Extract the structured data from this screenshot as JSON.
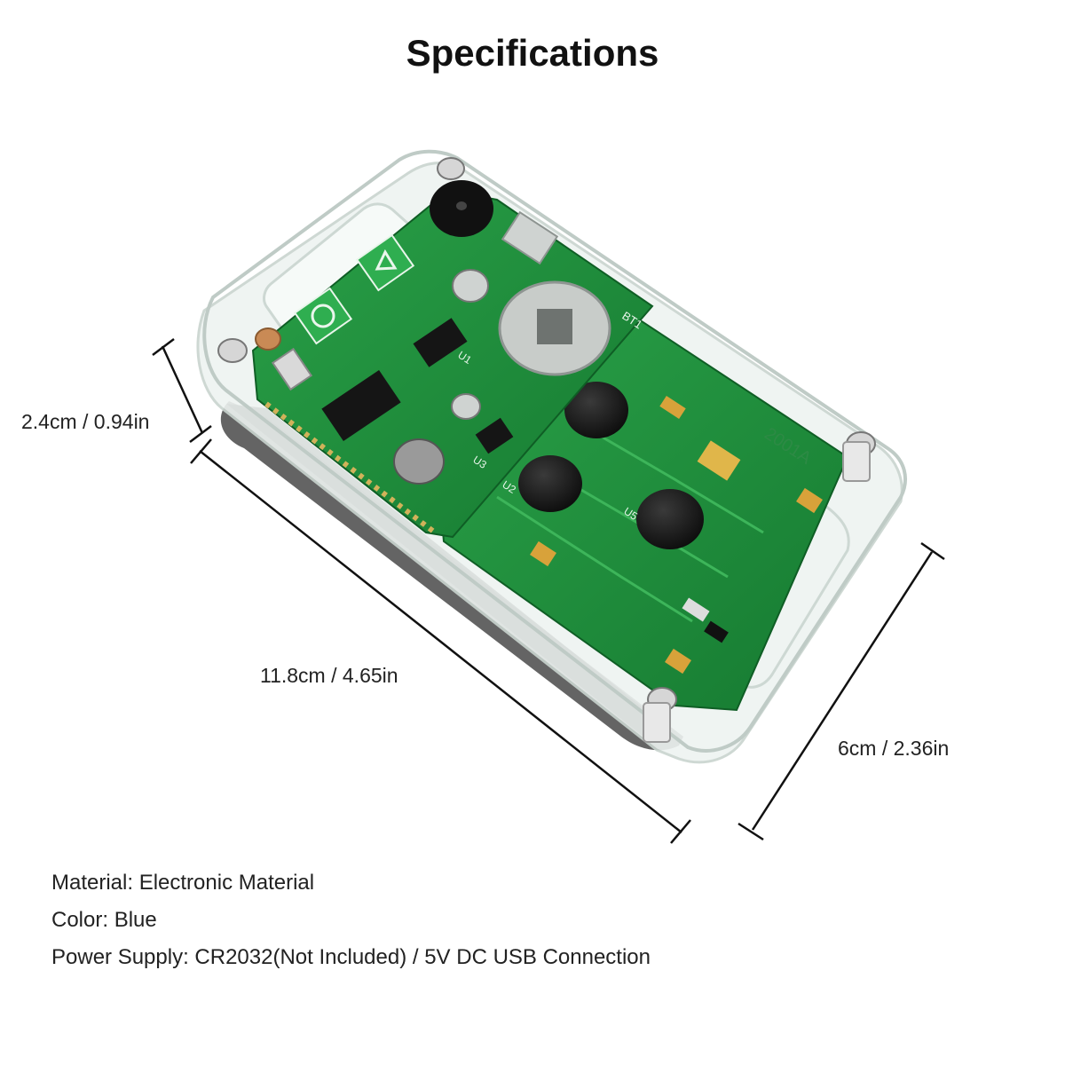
{
  "title": "Specifications",
  "dimensions": {
    "height": "2.4cm / 0.94in",
    "length": "11.8cm / 4.65in",
    "width": "6cm / 2.36in"
  },
  "specs": [
    "Material: Electronic Material",
    "Color: Blue",
    "Power Supply: CR2032(Not Included) / 5V DC USB Connection"
  ],
  "board_text": {
    "battery": "BT1",
    "chip_a": "U1",
    "chip_b": "U2",
    "chip_c": "U3",
    "chip_d": "U5",
    "board_code": "2001A"
  },
  "colors": {
    "pcb": "#1f8a3a",
    "pcb_dark": "#156b2b",
    "acrylic": "#e8efec",
    "button": "#141414"
  }
}
